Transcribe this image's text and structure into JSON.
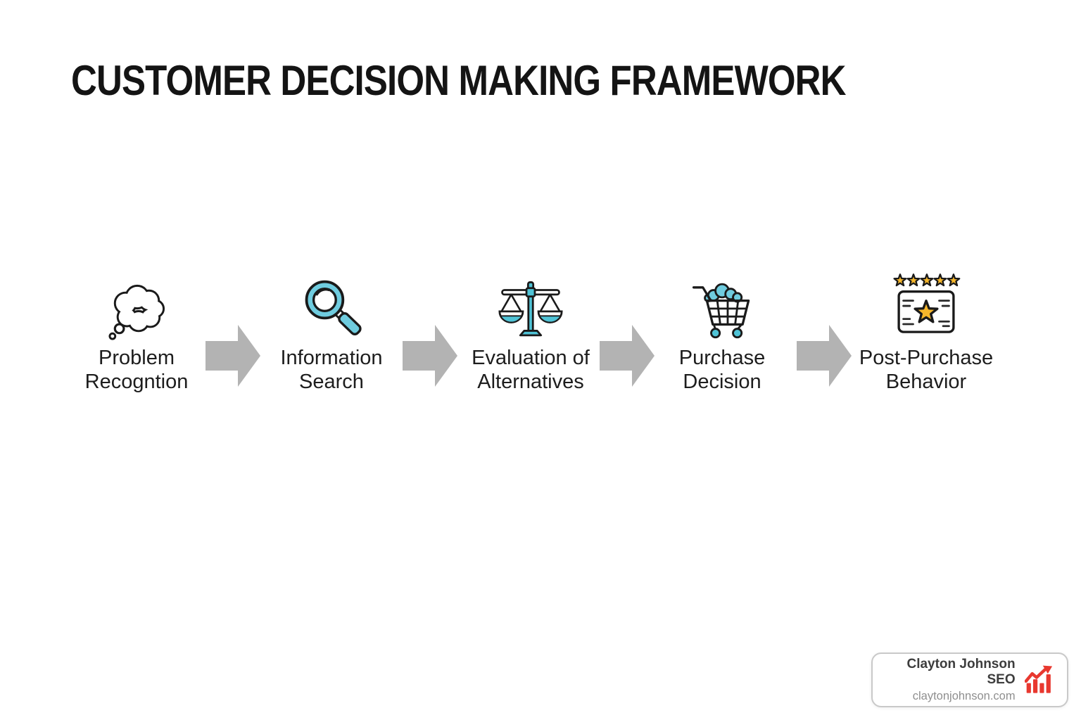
{
  "title": "CUSTOMER DECISION MAKING FRAMEWORK",
  "stages": [
    {
      "label": "Problem\nRecogntion",
      "icon": "thought-bubble-icon"
    },
    {
      "label": "Information\nSearch",
      "icon": "magnifying-glass-icon"
    },
    {
      "label": "Evaluation of\nAlternatives",
      "icon": "balance-scale-icon"
    },
    {
      "label": "Purchase\nDecision",
      "icon": "shopping-cart-icon"
    },
    {
      "label": "Post-Purchase\nBehavior",
      "icon": "review-stars-icon"
    }
  ],
  "flow": {
    "arrow_count": 4,
    "arrow_icon": "right-arrow-icon"
  },
  "badge": {
    "name": "Clayton Johnson SEO",
    "website": "claytonjohnson.com",
    "icon": "growth-chart-icon"
  },
  "colors": {
    "accent_teal": "#4FC3D6",
    "accent_teal_light": "#6FCCDF",
    "accent_gold": "#F5B62B",
    "arrow_gray": "#B3B3B3",
    "brand_red": "#E8382F",
    "title_black": "#141414"
  }
}
